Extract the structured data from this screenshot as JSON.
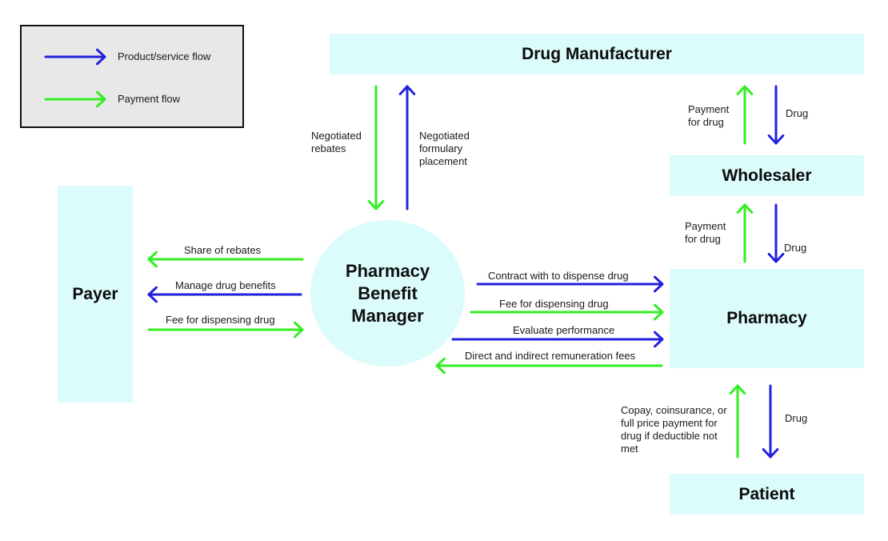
{
  "legend": {
    "product_label": "Product/service flow",
    "payment_label": "Payment flow"
  },
  "colors": {
    "product": "#2222dd",
    "payment": "#33ee22",
    "box": "#dcfbfb"
  },
  "nodes": {
    "drug_manufacturer": "Drug Manufacturer",
    "wholesaler": "Wholesaler",
    "pharmacy": "Pharmacy",
    "patient": "Patient",
    "payer": "Payer",
    "pbm_line1": "Pharmacy",
    "pbm_line2": "Benefit",
    "pbm_line3": "Manager"
  },
  "flows": {
    "negotiated_rebates": "Negotiated rebates",
    "negotiated_formulary": "Negotiated formulary placement",
    "mfr_wholesaler_payment": "Payment for drug",
    "mfr_wholesaler_drug": "Drug",
    "wholesaler_pharmacy_payment": "Payment for drug",
    "wholesaler_pharmacy_drug": "Drug",
    "share_of_rebates": "Share of rebates",
    "manage_drug_benefits": "Manage drug benefits",
    "payer_fee": "Fee for dispensing drug",
    "contract": "Contract with to dispense drug",
    "pbm_fee": "Fee for dispensing drug",
    "evaluate": "Evaluate performance",
    "remuneration": "Direct and indirect remuneration fees",
    "patient_payment": "Copay, coinsurance, or full price payment for drug if deductible not met",
    "patient_drug": "Drug"
  }
}
